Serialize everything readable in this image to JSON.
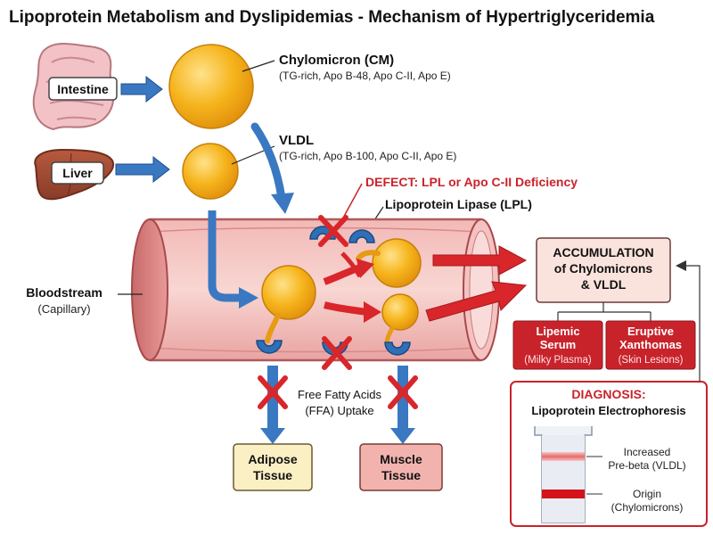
{
  "title": "Lipoprotein Metabolism and Dyslipidemias - Mechanism of Hypertriglyceridemia",
  "organs": {
    "intestine": "Intestine",
    "liver": "Liver"
  },
  "lipoproteins": {
    "chylomicron_name": "Chylomicron (CM)",
    "chylomicron_desc": "(TG-rich, Apo B-48, Apo C-II, Apo E)",
    "vldl_name": "VLDL",
    "vldl_desc": "(TG-rich, Apo B-100, Apo C-II, Apo E)"
  },
  "defect": "DEFECT: LPL or Apo C-II Deficiency",
  "lpl_label": "Lipoprotein Lipase (LPL)",
  "bloodstream": {
    "label": "Bloodstream",
    "sublabel": "(Capillary)"
  },
  "ffa": {
    "line1": "Free Fatty Acids",
    "line2": "(FFA) Uptake"
  },
  "tissues": {
    "adipose_line1": "Adipose",
    "adipose_line2": "Tissue",
    "muscle_line1": "Muscle",
    "muscle_line2": "Tissue"
  },
  "accumulation": {
    "line1": "ACCUMULATION",
    "line2": "of Chylomicrons",
    "line3": "& VLDL"
  },
  "consequences": {
    "lipemic_title1": "Lipemic",
    "lipemic_title2": "Serum",
    "lipemic_sub": "(Milky Plasma)",
    "xanthoma_title1": "Eruptive",
    "xanthoma_title2": "Xanthomas",
    "xanthoma_sub": "(Skin Lesions)"
  },
  "diagnosis": {
    "title": "DIAGNOSIS:",
    "subtitle": "Lipoprotein Electrophoresis",
    "band1_line1": "Increased",
    "band1_line2": "Pre-beta (VLDL)",
    "band2_line1": "Origin",
    "band2_line2": "(Chylomicrons)"
  },
  "colors": {
    "particle": "#f5b21a",
    "arrow_blue": "#3a78c2",
    "arrow_red": "#d9262a",
    "vessel": "#e8a3a3",
    "lpl_blue": "#2f6fb5"
  }
}
